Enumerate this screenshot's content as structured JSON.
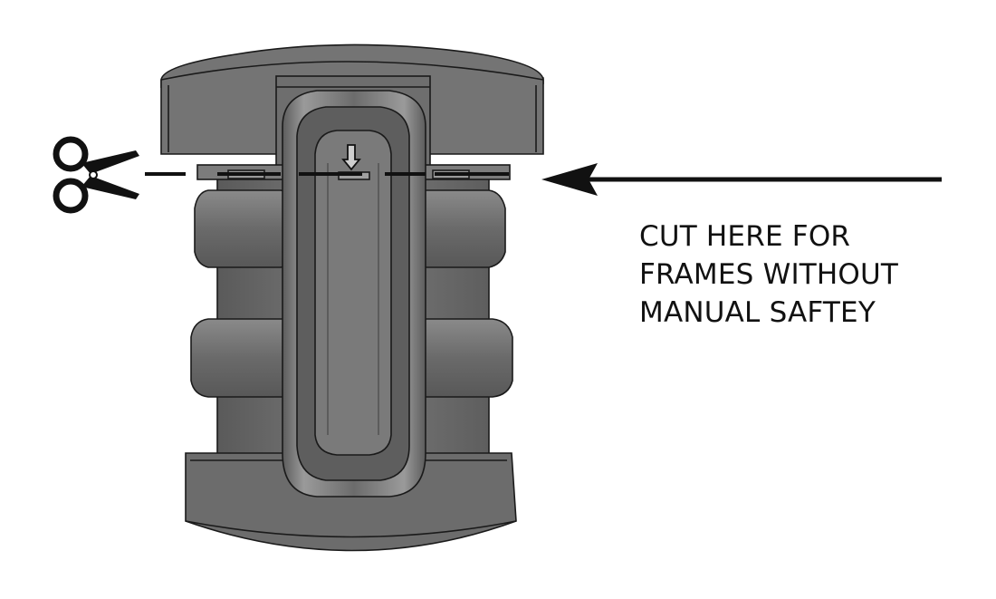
{
  "diagram": {
    "instruction_lines": [
      "CUT HERE FOR",
      "FRAMES WITHOUT",
      "MANUAL SAFTEY"
    ],
    "icons": {
      "cut": "scissors-icon",
      "pointer": "arrow-left-icon",
      "marker": "arrow-down-icon"
    },
    "colors": {
      "part_fill": "#6e6e6e",
      "part_light": "#8c8c8c",
      "part_dark": "#4a4a4a",
      "outline": "#1a1a1a",
      "ink": "#111111"
    }
  }
}
